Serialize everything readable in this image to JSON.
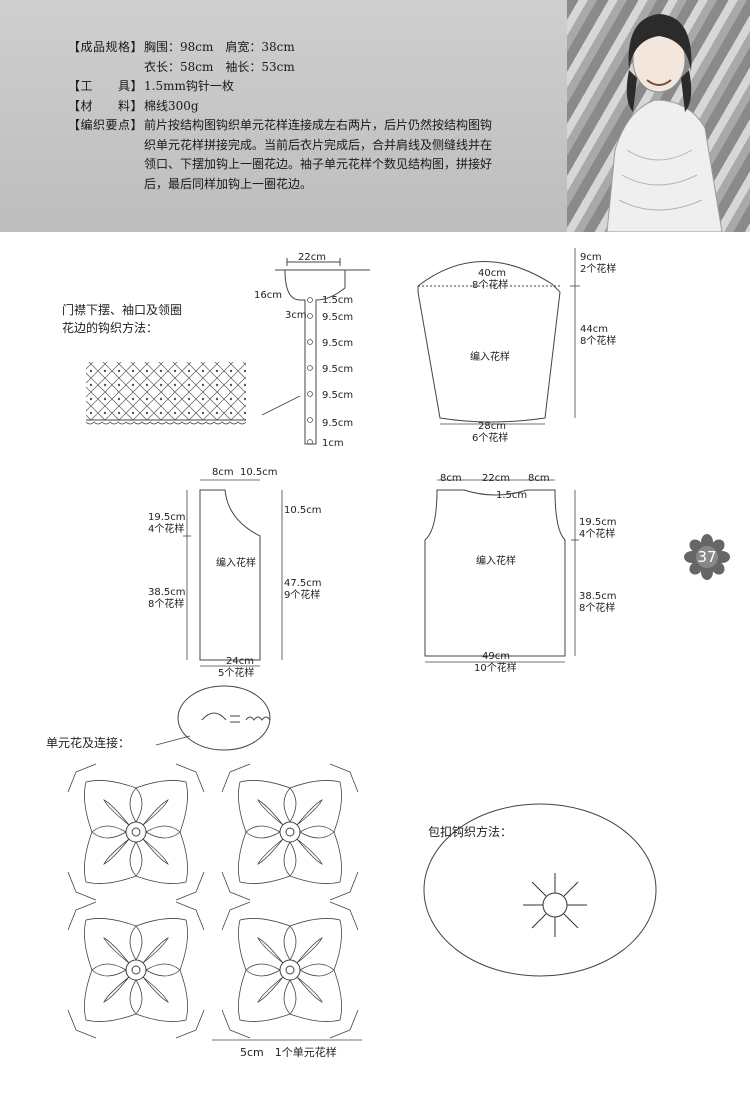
{
  "spec": {
    "size_label": "【成品规格】",
    "size_line1": "胸围：98cm　肩宽：38cm",
    "size_line2": "衣长：58cm　袖长：53cm",
    "tool_label": "【工　　具】",
    "tool_value": "1.5mm钩针一枚",
    "material_label": "【材　　料】",
    "material_value": "棉线300g",
    "key_label": "【编织要点】",
    "key_value": "前片按结构图钩织单元花样连接成左右两片，后片仍然按结构图钩织单元花样拼接完成。当前后衣片完成后，合并肩线及侧缝线并在领口、下摆加钩上一圈花边。袖子单元花样个数见结构图，拼接好后，最后同样加钩上一圈花边。"
  },
  "page_number": "37",
  "edging": {
    "title_line1": "门襟下摆、袖口及领圈",
    "title_line2": "花边的钩织方法："
  },
  "collar": {
    "top": "22cm",
    "side": "16cm",
    "inner": "3cm",
    "segments": [
      "1.5cm",
      "9.5cm",
      "9.5cm",
      "9.5cm",
      "9.5cm",
      "9.5cm",
      "1cm"
    ]
  },
  "sleeve": {
    "top_cm": "40cm",
    "top_motifs": "8个花样",
    "cap_cm": "9cm",
    "cap_motifs": "2个花样",
    "length_cm": "44cm",
    "length_motifs": "8个花样",
    "bottom_cm": "28cm",
    "bottom_motifs": "6个花样",
    "center": "编入花样"
  },
  "front": {
    "top_left": "8cm",
    "top_right": "10.5cm",
    "neck": "10.5cm",
    "upper_cm": "19.5cm",
    "upper_motifs": "4个花样",
    "lower_cm": "38.5cm",
    "lower_motifs": "8个花样",
    "side_cm": "47.5cm",
    "side_motifs": "9个花样",
    "bottom_cm": "24cm",
    "bottom_motifs": "5个花样",
    "center": "编入花样"
  },
  "back": {
    "top_left": "8cm",
    "top_mid": "22cm",
    "top_right": "8cm",
    "neck_drop": "1.5cm",
    "upper_cm": "19.5cm",
    "upper_motifs": "4个花样",
    "lower_cm": "38.5cm",
    "lower_motifs": "8个花样",
    "bottom_cm": "49cm",
    "bottom_motifs": "10个花样",
    "center": "编入花样"
  },
  "motif": {
    "title": "单元花及连接：",
    "caption": "5cm　1个单元花样"
  },
  "button": {
    "title": "包扣钩织方法："
  }
}
